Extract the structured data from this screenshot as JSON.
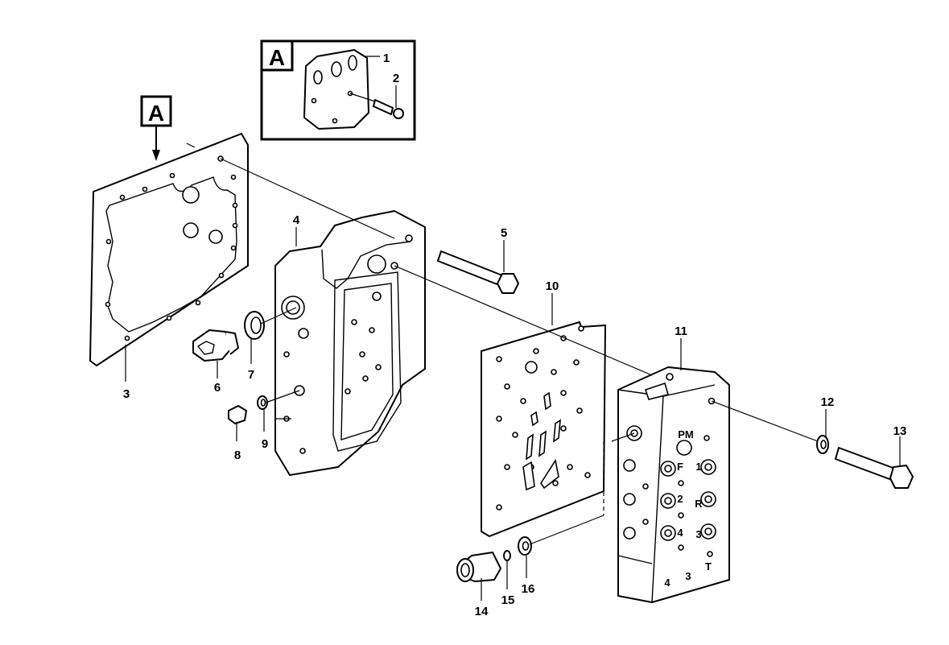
{
  "view_label": "A",
  "callouts": [
    "1",
    "2",
    "3",
    "4",
    "5",
    "6",
    "7",
    "8",
    "9",
    "10",
    "11",
    "12",
    "13",
    "14",
    "15",
    "16"
  ],
  "block_markings": {
    "pm": "PM",
    "f": "F",
    "r": "R",
    "p1": "1",
    "p2": "2",
    "p3": "3",
    "p4": "4",
    "bottom_4": "4",
    "bottom_3": "3",
    "bottom_t": "T"
  }
}
